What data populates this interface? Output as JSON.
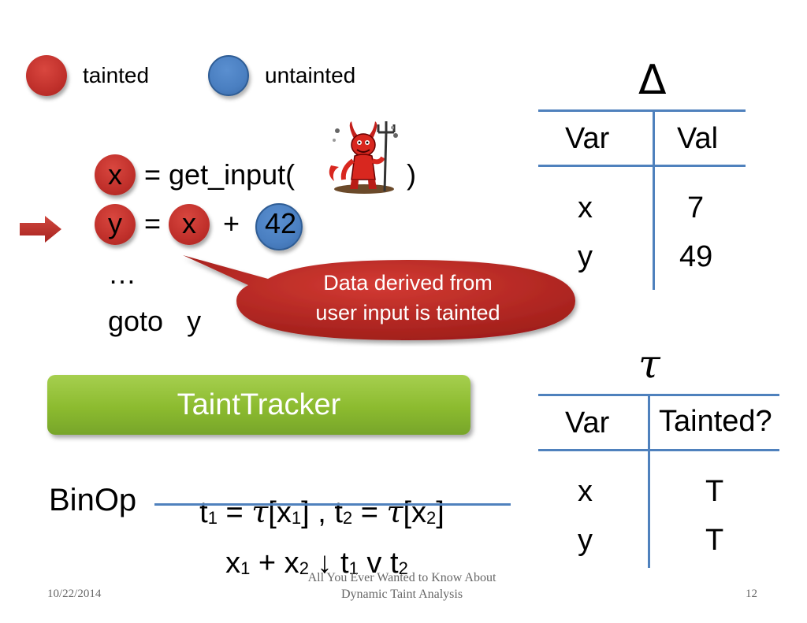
{
  "legend": {
    "tainted_label": "tainted",
    "untainted_label": "untainted"
  },
  "code": {
    "line1": {
      "var": "x",
      "rest": "= get_input(",
      "close": ")"
    },
    "line2": {
      "lhs": "y",
      "eq": "=",
      "op1": "x",
      "plus": "+",
      "op2": "42"
    },
    "ellipsis": "…",
    "line4": "goto   y"
  },
  "callout": {
    "text_line1": "Data derived from",
    "text_line2": "user input is tainted"
  },
  "tracker_label": "TaintTracker",
  "rule": {
    "name": "BinOp",
    "t1": "t",
    "sub1": "1",
    "eq1": " = ",
    "tau1": "τ",
    "x1open": "[x",
    "x1sub": "1",
    "x1close": "] , ",
    "t2": "t",
    "sub2": "2",
    "eq2": " = ",
    "tau2": "τ",
    "x2open": "[x",
    "x2sub": "2",
    "x2close": "]",
    "c_x1": "x",
    "c_x1sub": "1",
    "c_plus": " + x",
    "c_x2sub": "2",
    "c_arrow": " ↓ t",
    "c_t1sub": "1",
    "c_v": " v t",
    "c_t2sub": "2"
  },
  "delta_table": {
    "symbol": "Δ",
    "headers": [
      "Var",
      "Val"
    ],
    "rows": [
      [
        "x",
        "7"
      ],
      [
        "y",
        "49"
      ]
    ]
  },
  "tau_table": {
    "symbol": "τ",
    "headers": [
      "Var",
      "Tainted?"
    ],
    "rows": [
      [
        "x",
        "T"
      ],
      [
        "y",
        "T"
      ]
    ]
  },
  "footer": {
    "date": "10/22/2014",
    "title_line1": "All You Ever Wanted to Know About",
    "title_line2": "Dynamic Taint Analysis",
    "page": "12"
  },
  "colors": {
    "tainted": "#c0302b",
    "untainted": "#4a7fc1",
    "table_line": "#4f81bd",
    "tracker": "#8cbb2f"
  }
}
